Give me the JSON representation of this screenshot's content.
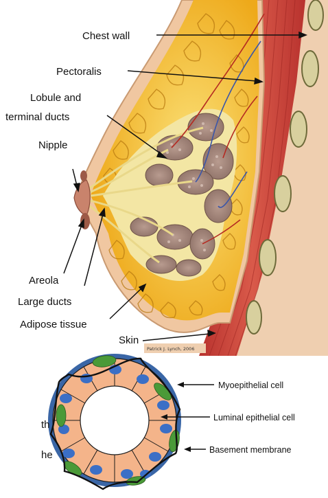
{
  "anatomy": {
    "labels": {
      "chest_wall": "Chest wall",
      "pectoralis": "Pectoralis",
      "lobule_line1": "Lobule and",
      "lobule_line2": "terminal ducts",
      "nipple": "Nipple",
      "areola": "Areola",
      "large_ducts": "Large ducts",
      "adipose": "Adipose tissue",
      "skin": "Skin"
    },
    "credit": "Patrick J. Lynch, 2006"
  },
  "duct_cross_section": {
    "labels": {
      "myoepithelial": "Myoepithelial cell",
      "luminal": "Luminal epithelial cell",
      "basement": "Basement membrane"
    }
  },
  "cut_off_text": {
    "line1": "th",
    "line2": "he"
  },
  "colors": {
    "skin": "#f1c9a0",
    "adipose": "#f1b51f",
    "adipose_light": "#f9d86a",
    "muscle": "#c8403a",
    "rib": "#d4cf9a",
    "gland": "#a88a80",
    "membrane_blue": "#3a66a6",
    "cell_orange": "#f4b48a",
    "nucleus_blue": "#3b6fc6",
    "myo_green": "#4a9a38"
  }
}
